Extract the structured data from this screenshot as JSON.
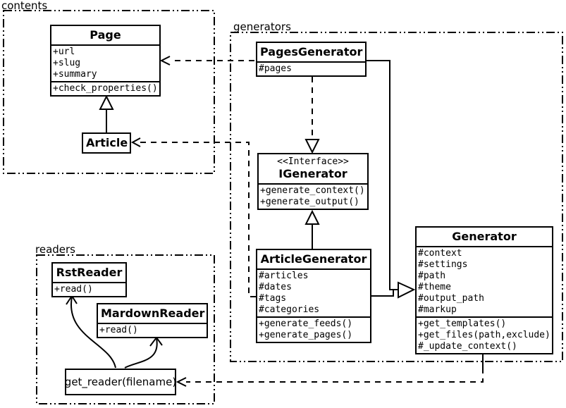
{
  "diagram": {
    "background": "#ffffff",
    "line_color": "#000000"
  },
  "packages": {
    "contents": {
      "label": "contents"
    },
    "generators": {
      "label": "generators"
    },
    "readers": {
      "label": "readers"
    }
  },
  "classes": {
    "page": {
      "name": "Page",
      "attributes": [
        "+url",
        "+slug",
        "+summary"
      ],
      "methods": [
        "+check_properties()"
      ]
    },
    "article": {
      "name": "Article"
    },
    "pages_generator": {
      "name": "PagesGenerator",
      "attributes": [
        "#pages"
      ]
    },
    "igenerator": {
      "stereotype": "<<Interface>>",
      "name": "IGenerator",
      "methods": [
        "+generate_context()",
        "+generate_output()"
      ]
    },
    "article_generator": {
      "name": "ArticleGenerator",
      "attributes": [
        "#articles",
        "#dates",
        "#tags",
        "#categories"
      ],
      "methods": [
        "+generate_feeds()",
        "+generate_pages()"
      ]
    },
    "generator": {
      "name": "Generator",
      "attributes": [
        "#context",
        "#settings",
        "#path",
        "#theme",
        "#output_path",
        "#markup"
      ],
      "methods": [
        "+get_templates()",
        "+get_files(path,exclude)",
        "#_update_context()"
      ]
    },
    "rst_reader": {
      "name": "RstReader",
      "methods": [
        "+read()"
      ]
    },
    "mardown_reader": {
      "name": "MardownReader",
      "methods": [
        "+read()"
      ]
    }
  },
  "nodes": {
    "get_reader": {
      "label": "get_reader(filename)"
    }
  },
  "relationships": [
    {
      "from": "Article",
      "to": "Page",
      "type": "inheritance"
    },
    {
      "from": "PagesGenerator",
      "to": "Page",
      "type": "dependency"
    },
    {
      "from": "ArticleGenerator",
      "to": "Article",
      "type": "dependency"
    },
    {
      "from": "PagesGenerator",
      "to": "IGenerator",
      "type": "realization"
    },
    {
      "from": "ArticleGenerator",
      "to": "IGenerator",
      "type": "inheritance"
    },
    {
      "from": "PagesGenerator",
      "to": "Generator",
      "type": "inheritance"
    },
    {
      "from": "ArticleGenerator",
      "to": "Generator",
      "type": "inheritance"
    },
    {
      "from": "Generator",
      "to": "get_reader(filename)",
      "type": "dependency"
    },
    {
      "from": "get_reader(filename)",
      "to": "RstReader",
      "type": "arrow"
    },
    {
      "from": "get_reader(filename)",
      "to": "MardownReader",
      "type": "arrow"
    }
  ]
}
